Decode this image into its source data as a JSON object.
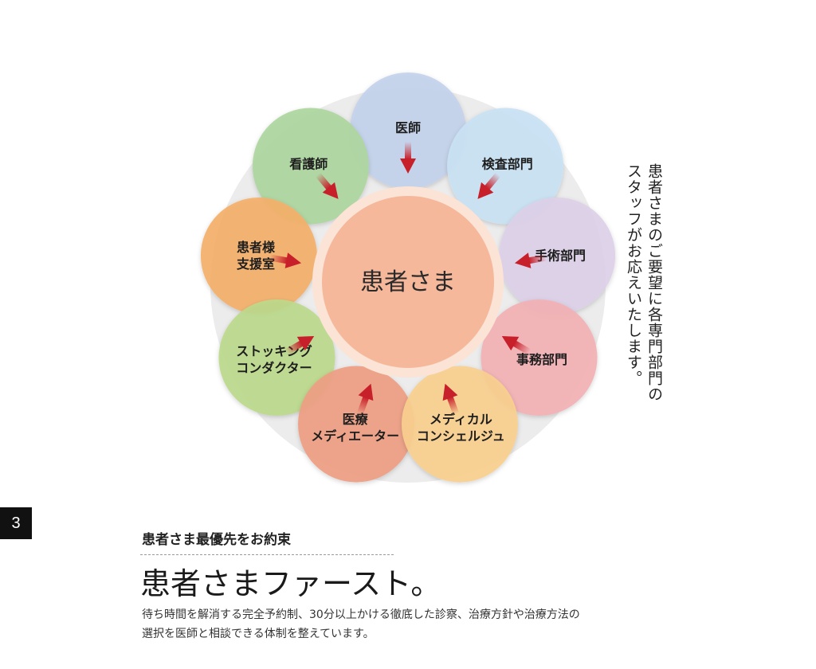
{
  "diagram": {
    "center": {
      "label": "患者さま",
      "color": "#f6b89a"
    },
    "nodes": [
      {
        "id": "doctor",
        "lines": [
          "医師"
        ],
        "color": "#c3d3ec"
      },
      {
        "id": "inspection",
        "lines": [
          "検査部門"
        ],
        "color": "#c9e2f4"
      },
      {
        "id": "surgery",
        "lines": [
          "手術部門"
        ],
        "color": "#dcd0e8"
      },
      {
        "id": "office",
        "lines": [
          "事務部門"
        ],
        "color": "#f2b1b4"
      },
      {
        "id": "concierge",
        "lines": [
          "メディカル",
          "コンシェルジュ"
        ],
        "color": "#f8cf8e"
      },
      {
        "id": "mediator",
        "lines": [
          "医療",
          "メディエーター"
        ],
        "color": "#ee9e82"
      },
      {
        "id": "stocking",
        "lines": [
          "ストッキング",
          "コンダクター"
        ],
        "color": "#bcd98b"
      },
      {
        "id": "support",
        "lines": [
          "患者様",
          "支援室"
        ],
        "color": "#f4b06a"
      },
      {
        "id": "nurse",
        "lines": [
          "看護師"
        ],
        "color": "#acd69e"
      }
    ],
    "side_caption": "患者さまのご要望に各専門部門の\nスタッフがお応えいたします。",
    "colors": {
      "arrow": "#c8202a",
      "ring": "#fbe3d6",
      "backdrop": "#ececec"
    }
  },
  "section": {
    "number": "3",
    "subtitle": "患者さま最優先をお約束",
    "headline": "患者さまファースト。",
    "body_lines": [
      "待ち時間を解消する完全予約制、30分以上かける徹底した診察、治療方針や治療方法の",
      "選択を医師と相談できる体制を整えています。"
    ]
  }
}
